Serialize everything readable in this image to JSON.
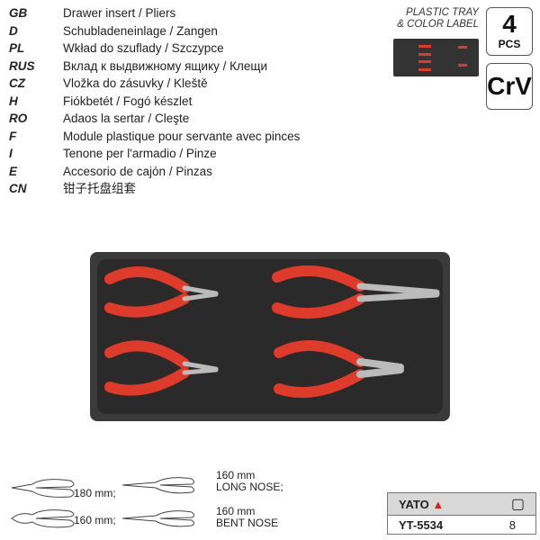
{
  "languages": [
    {
      "code": "GB",
      "text": "Drawer insert / Pliers"
    },
    {
      "code": "D",
      "text": "Schubladeneinlage / Zangen"
    },
    {
      "code": "PL",
      "text": "Wkład do szuflady / Szczypce"
    },
    {
      "code": "RUS",
      "text": "Вклад к выдвижному ящику / Клещи"
    },
    {
      "code": "CZ",
      "text": "Vložka do zásuvky / Kleště"
    },
    {
      "code": "H",
      "text": "Fiókbetét / Fogó készlet"
    },
    {
      "code": "RO",
      "text": "Adaos la sertar / Cleşte"
    },
    {
      "code": "F",
      "text": "Module plastique pour servante avec pinces"
    },
    {
      "code": "I",
      "text": "Tenone per l'armadio / Pinze"
    },
    {
      "code": "E",
      "text": "Accesorio de cajón / Pinzas"
    },
    {
      "code": "CN",
      "text": "钳子托盘组套"
    }
  ],
  "badge": {
    "tray_label_1": "PLASTIC TRAY",
    "tray_label_2": "& COLOR LABEL",
    "count": "4",
    "count_unit": "PCS",
    "material": "CrV"
  },
  "specs": [
    {
      "line1": "180 mm;",
      "line2": ""
    },
    {
      "line1": "160 mm",
      "line2": "LONG NOSE;"
    },
    {
      "line1": "160 mm;",
      "line2": ""
    },
    {
      "line1": "160 mm",
      "line2": "BENT NOSE"
    }
  ],
  "table": {
    "brand": "YATO",
    "code": "YT-5534",
    "qty": "8"
  },
  "colors": {
    "handle": "#e03a2a",
    "tray": "#3a3a3a"
  }
}
